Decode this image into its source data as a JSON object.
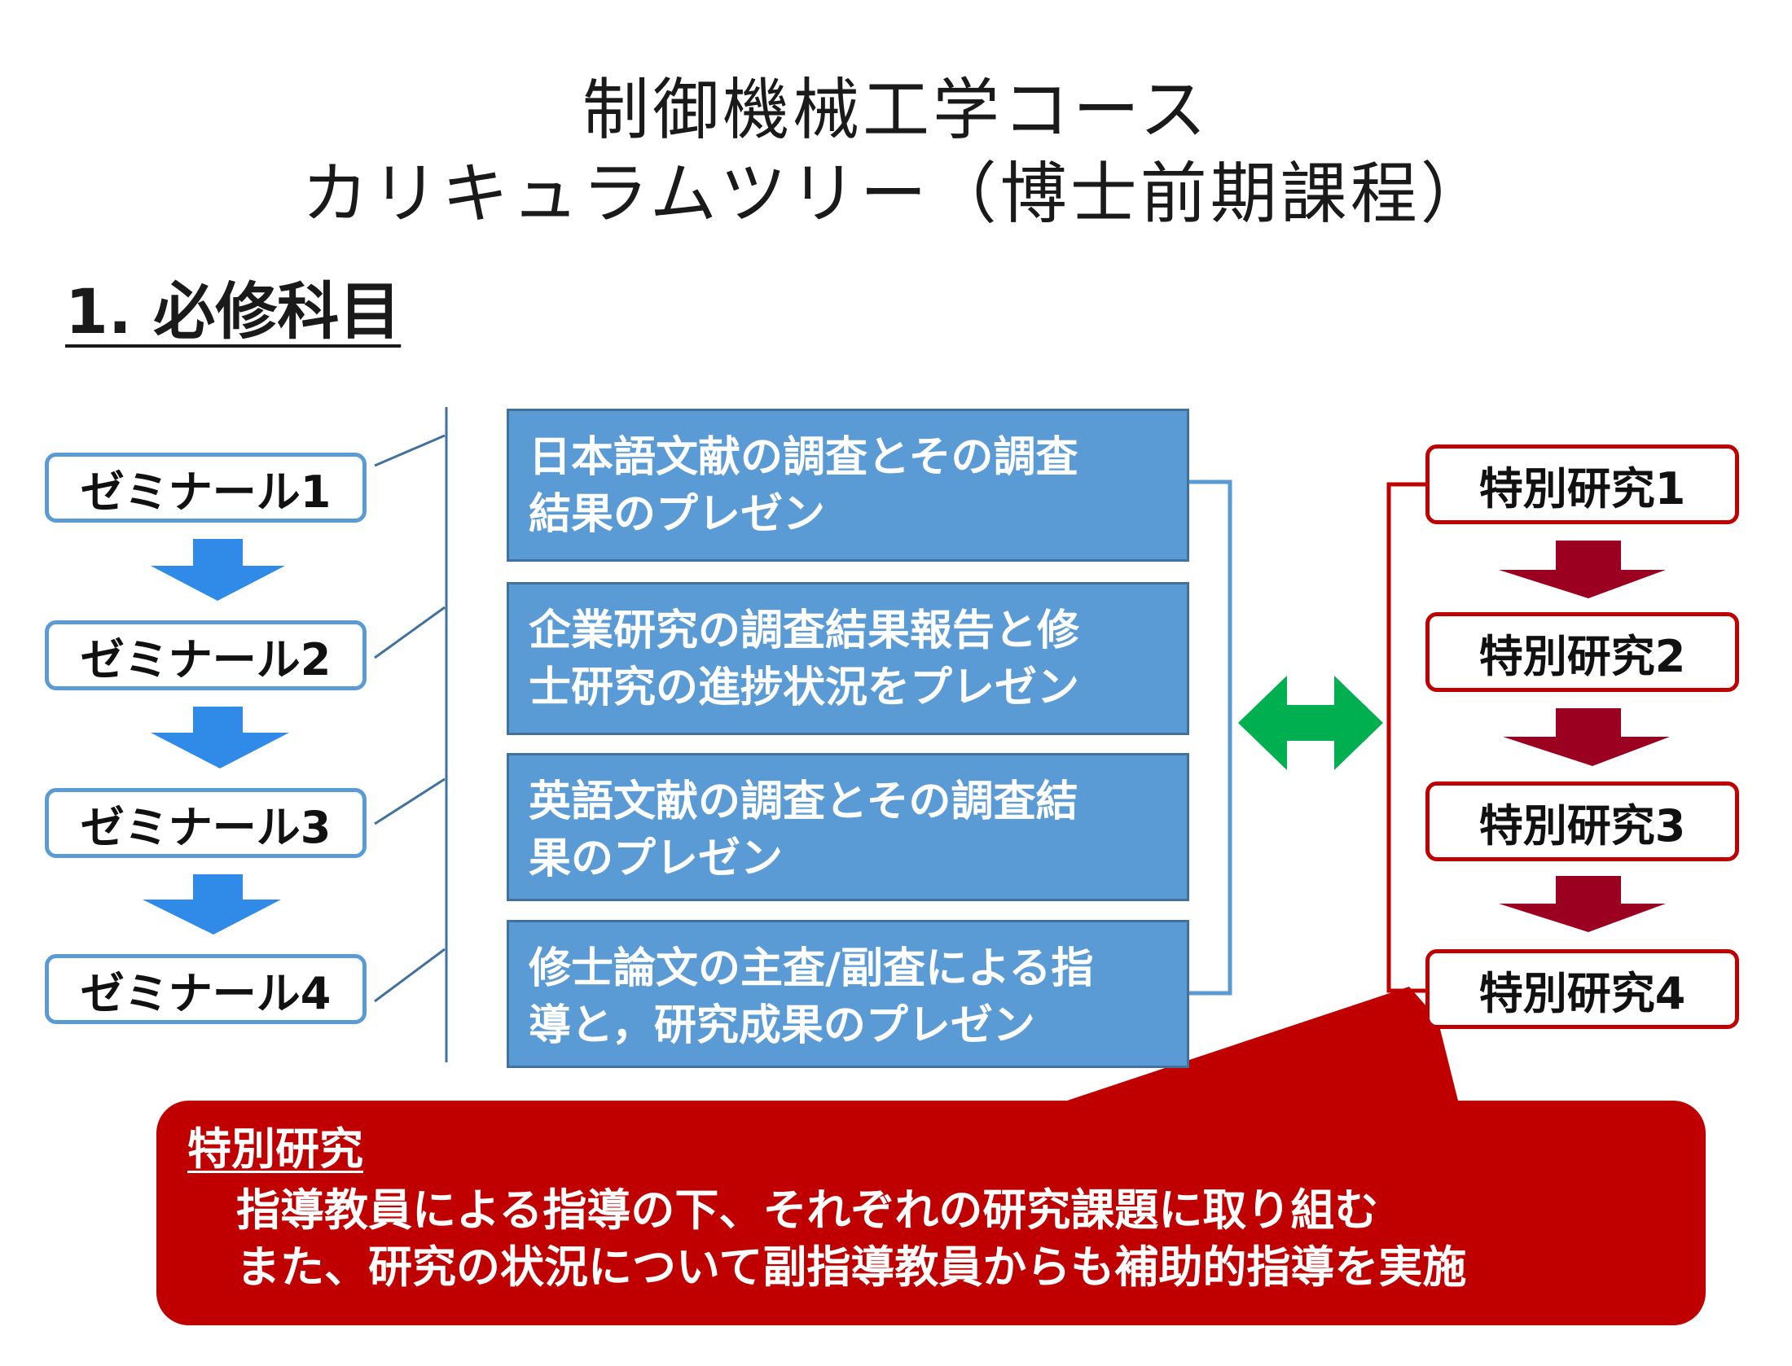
{
  "title": {
    "line1": "制御機械工学コース",
    "line2": "カリキュラムツリー（博士前期課程）"
  },
  "section_heading": "1. 必修科目",
  "seminars": [
    "ゼミナール1",
    "ゼミナール2",
    "ゼミナール3",
    "ゼミナール4"
  ],
  "contents": [
    {
      "line1": "日本語文献の調査とその調査",
      "line2": "結果のプレゼン"
    },
    {
      "line1": "企業研究の調査結果報告と修",
      "line2": "士研究の進捗状況をプレゼン"
    },
    {
      "line1": "英語文献の調査とその調査結",
      "line2": "果のプレゼン"
    },
    {
      "line1": "修士論文の主査/副査による指",
      "line2": "導と，研究成果のプレゼン"
    }
  ],
  "research": [
    "特別研究1",
    "特別研究2",
    "特別研究3",
    "特別研究4"
  ],
  "callout": {
    "heading": "特別研究",
    "line1": "指導教員による指導の下、それぞれの研究課題に取り組む",
    "line2": "また、研究の状況について副指導教員からも補助的指導を実施"
  },
  "colors": {
    "seminar_border": "#5b9bd5",
    "seminar_arrow": "#2f8ae8",
    "content_fill": "#5b9bd5",
    "research_border": "#c00000",
    "research_arrow": "#9b0020",
    "bidirectional_arrow": "#00b050",
    "callout_fill": "#c00000"
  }
}
